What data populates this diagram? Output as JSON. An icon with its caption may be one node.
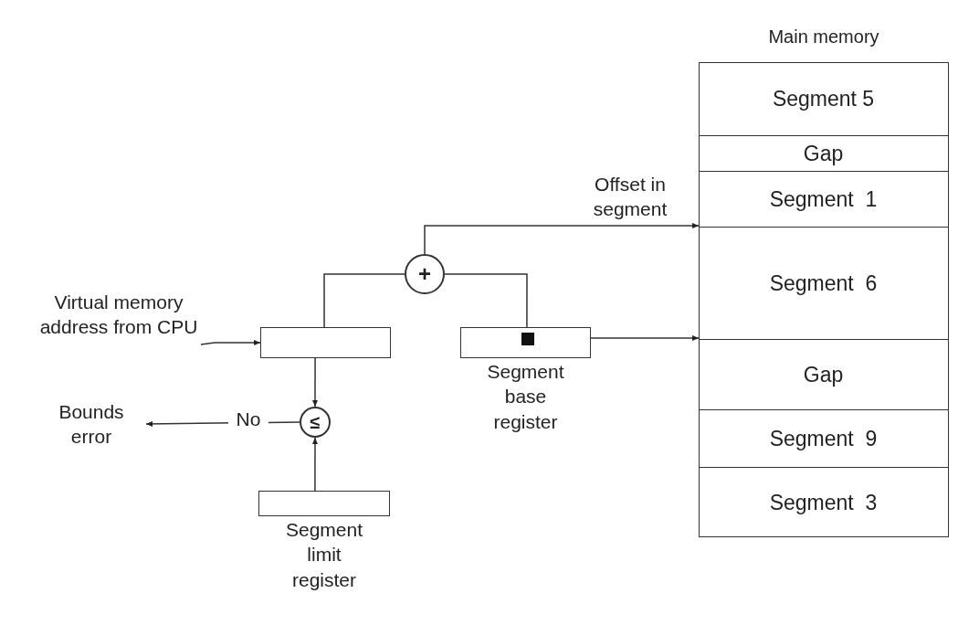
{
  "diagram": {
    "nodes": [
      {
        "text": [
          "Main memory"
        ]
      },
      {
        "text": [
          "Segment 5"
        ],
        "in": 0
      },
      {
        "text": [
          "Gap"
        ],
        "in": 0
      },
      {
        "text": [
          "Segment  1"
        ],
        "in": 0
      },
      {
        "text": [
          "Segment  6"
        ],
        "in": 0
      },
      {
        "text": [
          "Gap"
        ],
        "in": 0
      },
      {
        "text": [
          "Segment  9"
        ],
        "in": 0
      },
      {
        "text": [
          "Segment  3"
        ],
        "in": 0
      },
      {
        "text": [
          "Virtual memory address from CPU"
        ]
      },
      {
        "text": [],
        "shape": "box"
      },
      {
        "text": [
          "+"
        ]
      },
      {
        "text": [],
        "shape": "box",
        "beside": [
          "Segment base register"
        ]
      },
      {
        "text": [
          "≤"
        ]
      },
      {
        "text": [
          "Bounds error"
        ]
      },
      {
        "text": [],
        "shape": "box",
        "beside": [
          "Segment limit register"
        ]
      }
    ],
    "edges": [
      {
        "from": 8,
        "to": 9,
        "arrow": "to"
      },
      {
        "from": 9,
        "to": 10,
        "arrow": "none"
      },
      {
        "from": 11,
        "to": 10,
        "arrow": "none"
      },
      {
        "from": 10,
        "to": 4,
        "arrow": "to",
        "label": "Offset in segment"
      },
      {
        "from": 11,
        "to": 5,
        "arrow": "to"
      },
      {
        "from": 9,
        "to": 12,
        "arrow": "to"
      },
      {
        "from": 14,
        "to": 12,
        "arrow": "to"
      },
      {
        "from": 12,
        "to": 13,
        "arrow": "to",
        "label": "No"
      }
    ]
  }
}
